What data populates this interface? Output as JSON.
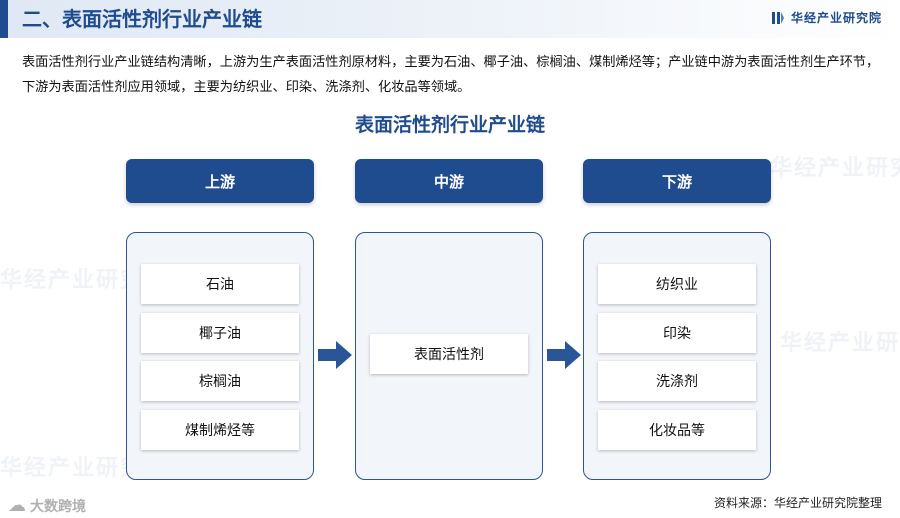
{
  "header": {
    "title": "二、表面活性剂行业产业链",
    "brand": "华经产业研究院"
  },
  "intro": "表面活性剂行业产业链结构清晰，上游为生产表面活性剂原材料，主要为石油、椰子油、棕榈油、煤制烯烃等；产业链中游为表面活性剂生产环节，下游为表面活性剂应用领域，主要为纺织业、印染、洗涤剂、化妆品等领域。",
  "diagram": {
    "title": "表面活性剂行业产业链",
    "stages": [
      {
        "label": "上游",
        "items": [
          "石油",
          "椰子油",
          "棕榈油",
          "煤制烯烃等"
        ]
      },
      {
        "label": "中游",
        "items": [
          "表面活性剂"
        ]
      },
      {
        "label": "下游",
        "items": [
          "纺织业",
          "印染",
          "洗涤剂",
          "化妆品等"
        ]
      }
    ]
  },
  "watermark": "华经产业研究院",
  "source": "资料来源：华经产业研究院整理",
  "corner_mark": "大数跨境",
  "colors": {
    "primary": "#1f4b8f",
    "panel": "#f2f5fa",
    "arrow": "#2a5597"
  }
}
